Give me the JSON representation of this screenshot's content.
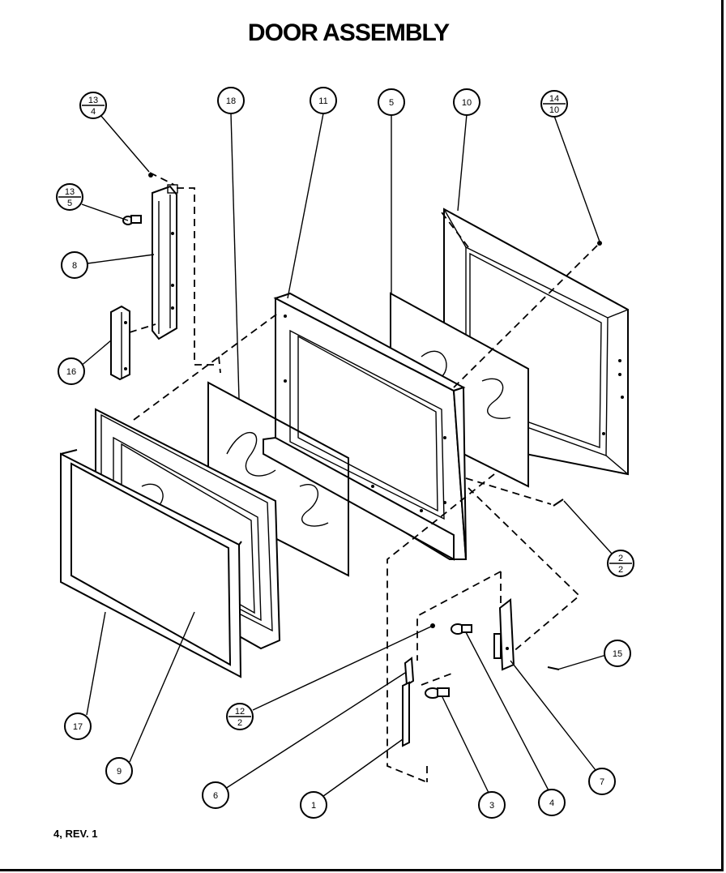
{
  "title": "DOOR ASSEMBLY",
  "footer_note": "4, REV. 1",
  "callouts": [
    {
      "id": "c-13-4",
      "top": "13",
      "bottom": "4"
    },
    {
      "id": "c-13-5",
      "top": "13",
      "bottom": "5"
    },
    {
      "id": "c-8",
      "label": "8"
    },
    {
      "id": "c-16",
      "label": "16"
    },
    {
      "id": "c-18",
      "label": "18"
    },
    {
      "id": "c-11",
      "label": "11"
    },
    {
      "id": "c-5",
      "label": "5"
    },
    {
      "id": "c-10",
      "label": "10"
    },
    {
      "id": "c-14-10",
      "top": "14",
      "bottom": "10"
    },
    {
      "id": "c-2-2",
      "top": "2",
      "bottom": "2"
    },
    {
      "id": "c-15",
      "label": "15"
    },
    {
      "id": "c-12-2",
      "top": "12",
      "bottom": "2"
    },
    {
      "id": "c-17",
      "label": "17"
    },
    {
      "id": "c-9",
      "label": "9"
    },
    {
      "id": "c-6",
      "label": "6"
    },
    {
      "id": "c-1",
      "label": "1"
    },
    {
      "id": "c-3",
      "label": "3"
    },
    {
      "id": "c-4",
      "label": "4"
    },
    {
      "id": "c-7",
      "label": "7"
    }
  ]
}
